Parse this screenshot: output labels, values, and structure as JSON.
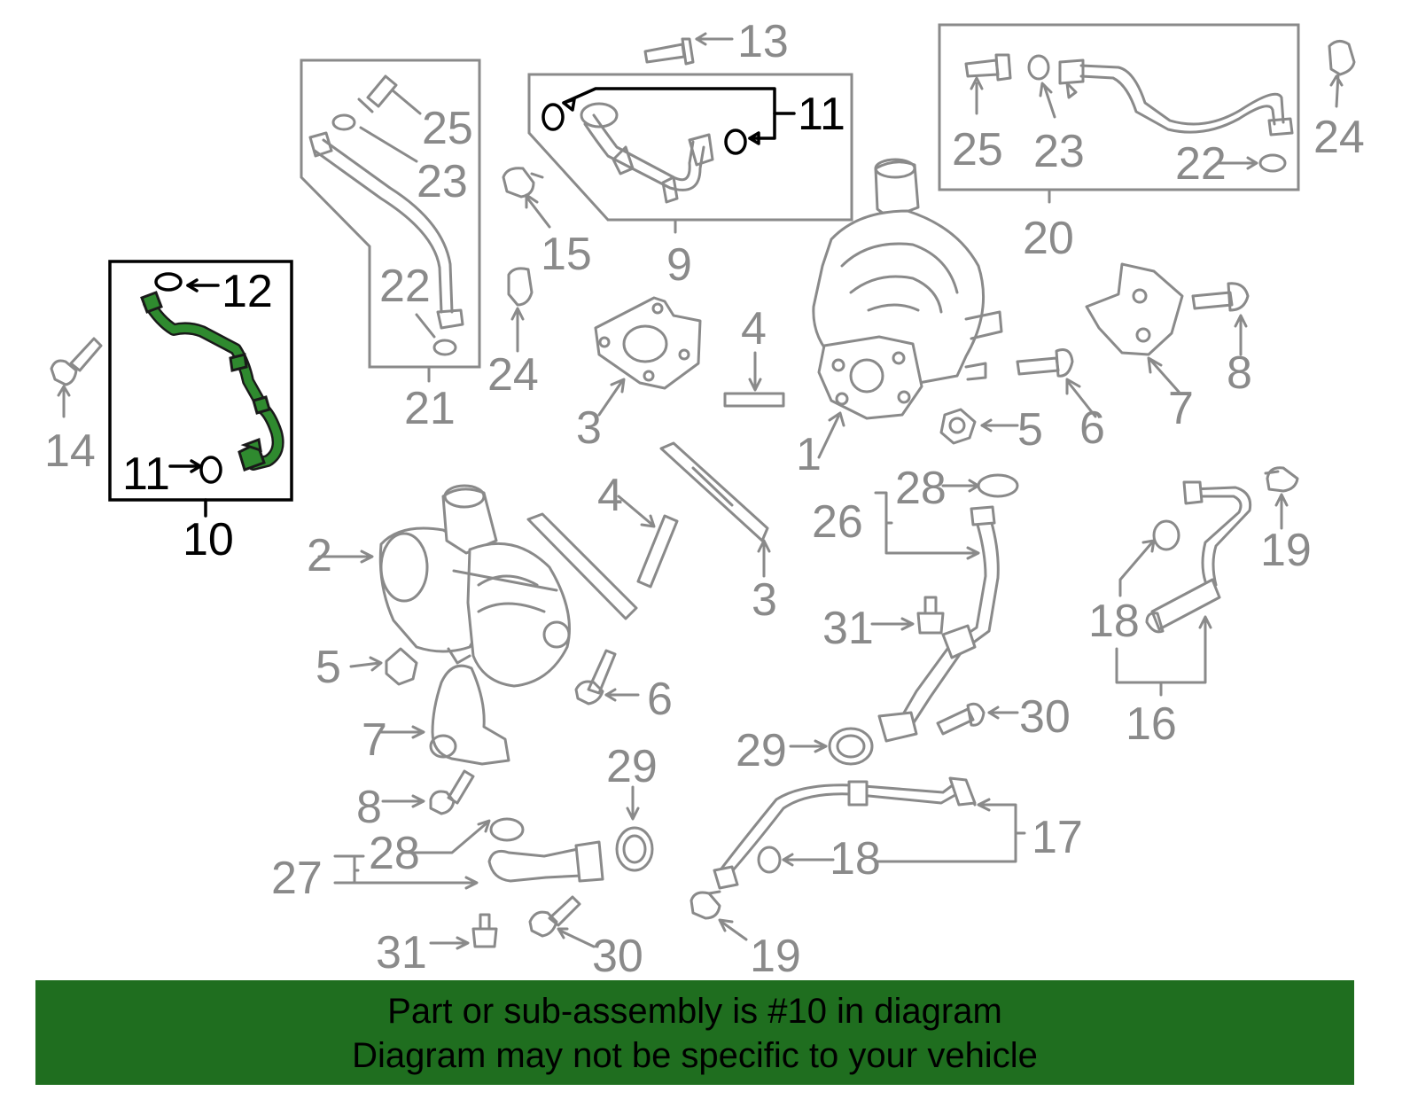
{
  "callouts": {
    "c13": "13",
    "c11_top": "11",
    "c9": "9",
    "c25_left": "25",
    "c23_left": "23",
    "c22_left": "22",
    "c21": "21",
    "c25_right": "25",
    "c23_right": "23",
    "c22_right": "22",
    "c20": "20",
    "c24_right": "24",
    "c12": "12",
    "c11_box": "11",
    "c10": "10",
    "c14": "14",
    "c15": "15",
    "c24_mid": "24",
    "c3_a": "3",
    "c4_a": "4",
    "c1": "1",
    "c5_a": "5",
    "c6_a": "6",
    "c7_a": "7",
    "c8_a": "8",
    "c4_b": "4",
    "c3_b": "3",
    "c2": "2",
    "c28_a": "28",
    "c26": "26",
    "c31_a": "31",
    "c19_a": "19",
    "c18_a": "18",
    "c16": "16",
    "c5_b": "5",
    "c6_b": "6",
    "c7_b": "7",
    "c8_b": "8",
    "c30_a": "30",
    "c29_a": "29",
    "c29_b": "29",
    "c17": "17",
    "c18_b": "18",
    "c27": "27",
    "c28_b": "28",
    "c31_b": "31",
    "c30_b": "30",
    "c19_b": "19"
  },
  "banner": {
    "line1": "Part or sub-assembly is #10 in diagram",
    "line2": "Diagram may not be specific to your vehicle"
  },
  "colors": {
    "highlight_part": "#2f8a2f",
    "banner_bg": "#1f6e1f",
    "diagram_gray": "#8a8a8a"
  }
}
